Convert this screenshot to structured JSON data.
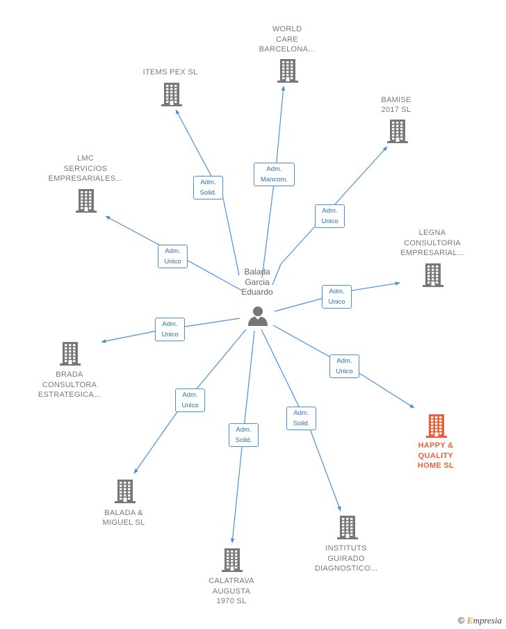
{
  "center": {
    "label": "Balada\nGarcia\nEduardo"
  },
  "companies": [
    {
      "key": "world",
      "label": "WORLD\nCARE\nBARCELONA..."
    },
    {
      "key": "items",
      "label": "ITEMS PEX  SL"
    },
    {
      "key": "bamise",
      "label": "BAMISE\n2017  SL"
    },
    {
      "key": "lmc",
      "label": "LMC\nSERVICIOS\nEMPRESARIALES..."
    },
    {
      "key": "legna",
      "label": "LEGNA\nCONSULTORIA\nEMPRESARIAL..."
    },
    {
      "key": "brada",
      "label": "BRADA\nCONSULTORA\nESTRATEGICA..."
    },
    {
      "key": "happy",
      "label": "HAPPY &\nQUALITY\nHOME  SL",
      "highlight": true
    },
    {
      "key": "balada",
      "label": "BALADA &\nMIGUEL SL"
    },
    {
      "key": "instituts",
      "label": "INSTITUTS\nGUIRADO\nDIAGNOSTICO..."
    },
    {
      "key": "calatrava",
      "label": "CALATRAVA\nAUGUSTA\n1970  SL"
    }
  ],
  "relations": [
    {
      "key": "world",
      "label": "Adm.\nMancom."
    },
    {
      "key": "items",
      "label": "Adm.\nSolid."
    },
    {
      "key": "bamise",
      "label": "Adm.\nUnico"
    },
    {
      "key": "lmc",
      "label": "Adm.\nUnico"
    },
    {
      "key": "legna",
      "label": "Adm.\nUnico"
    },
    {
      "key": "brada",
      "label": "Adm.\nUnico"
    },
    {
      "key": "happy",
      "label": "Adm.\nUnico"
    },
    {
      "key": "balada",
      "label": "Adm.\nUnico"
    },
    {
      "key": "instituts",
      "label": "Adm.\nSolid."
    },
    {
      "key": "calatrava",
      "label": "Adm.\nSolid."
    }
  ],
  "footer": {
    "copyright": "©",
    "brand_initial": "E",
    "brand_rest": "mpresia"
  },
  "colors": {
    "edge": "#4a90d9",
    "building": "#777777",
    "building_highlight": "#e8603c",
    "person": "#777777"
  },
  "icons": {
    "company": "building-icon",
    "center": "person-icon"
  }
}
